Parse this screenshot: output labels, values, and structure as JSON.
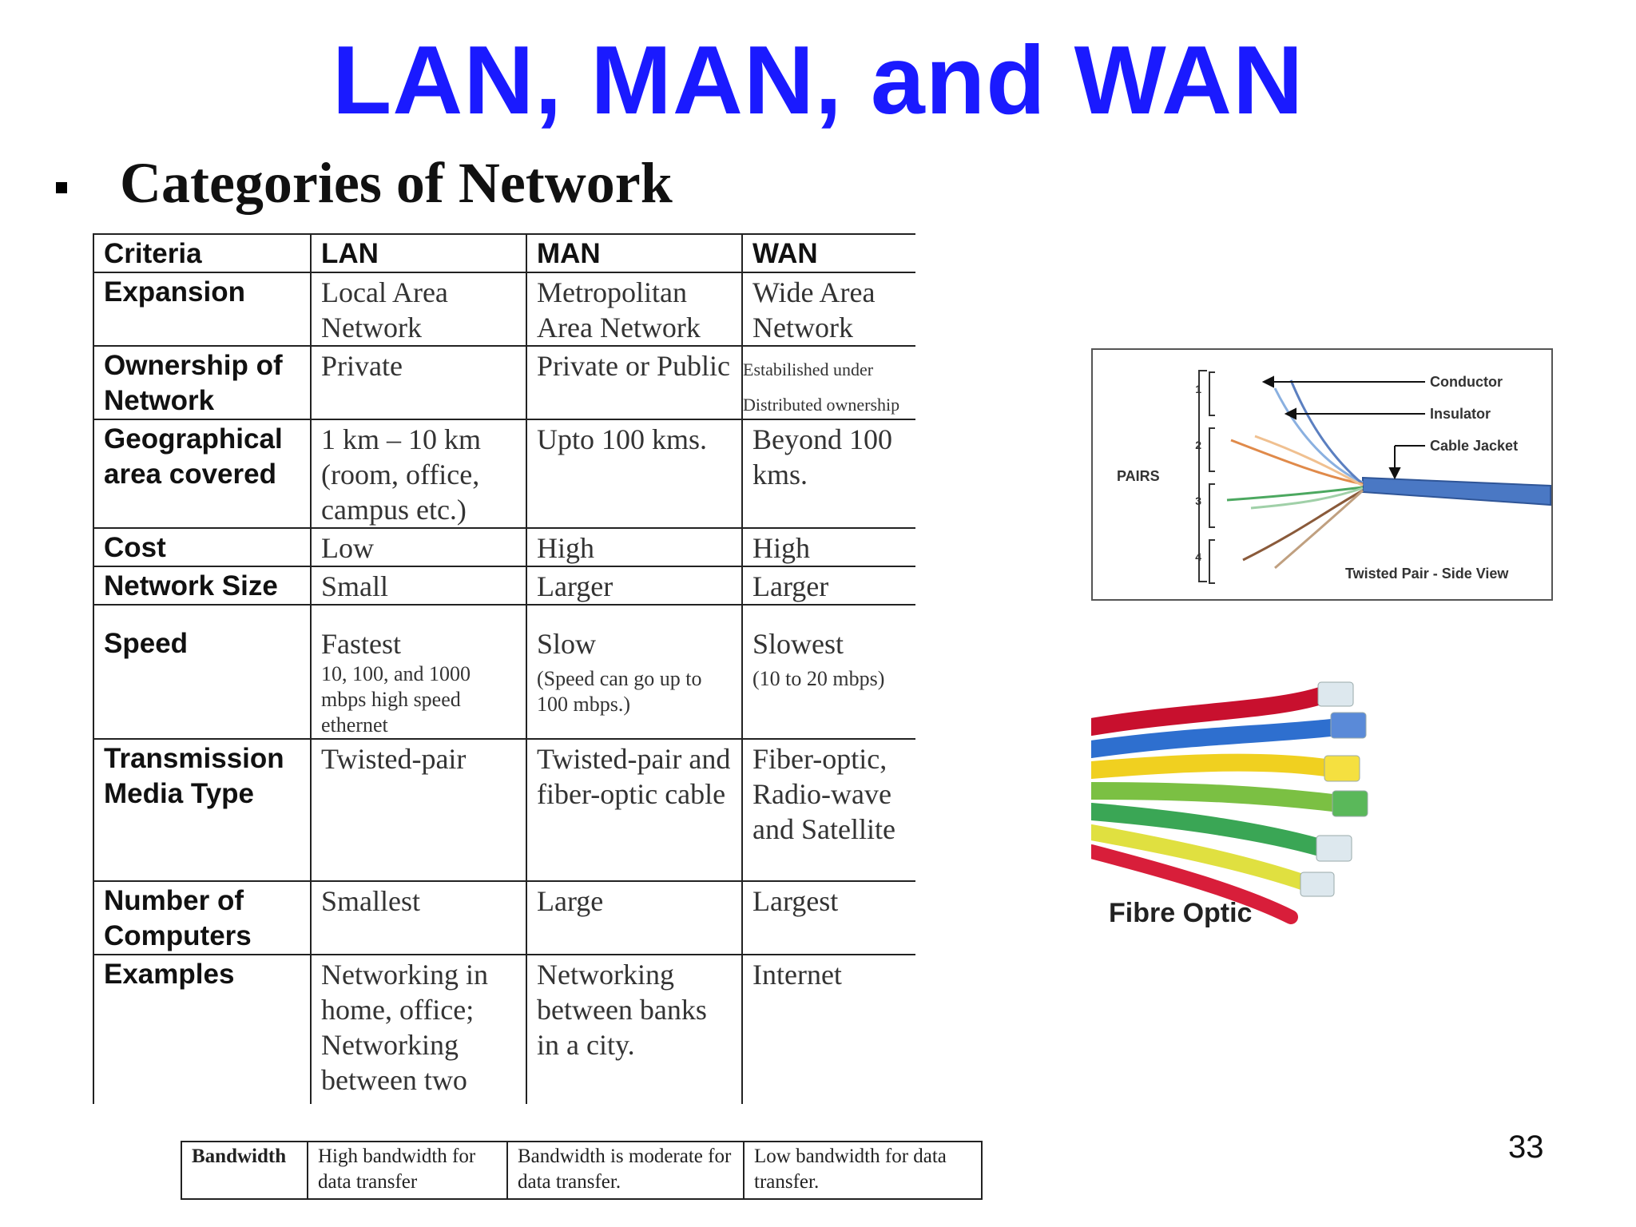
{
  "slide": {
    "title": "LAN, MAN, and WAN",
    "bullet": "Categories of Network",
    "page_number": "33"
  },
  "table": {
    "header": {
      "criteria": "Criteria",
      "lan": "LAN",
      "man": "MAN",
      "wan": "WAN"
    },
    "expansion": {
      "criteria": "Expansion",
      "lan": "Local Area Network",
      "man": "Metropolitan Area Network",
      "wan": "Wide Area Network"
    },
    "ownership": {
      "criteria": "Ownership of Network",
      "lan": "Private",
      "man": "Private or Public",
      "wan_line1": "Estabilished under",
      "wan_line2": "Distributed ownership"
    },
    "geography": {
      "criteria": "Geographical area covered",
      "lan": "1 km – 10 km (room, office, campus etc.)",
      "man": "Upto 100 kms.",
      "wan": "Beyond 100 kms."
    },
    "cost": {
      "criteria": "Cost",
      "lan": "Low",
      "man": "High",
      "wan": "High"
    },
    "size": {
      "criteria": "Network Size",
      "lan": "Small",
      "man": "Larger",
      "wan": "Larger"
    },
    "speed": {
      "criteria": "Speed",
      "lan": "Fastest",
      "lan_note": "10, 100, and 1000 mbps high speed ethernet",
      "man": "Slow",
      "man_note": "(Speed can go up to 100 mbps.)",
      "wan": "Slowest",
      "wan_note": "(10 to 20 mbps)"
    },
    "media": {
      "criteria": "Transmission Media Type",
      "lan": "Twisted-pair",
      "man": "Twisted-pair and fiber-optic cable",
      "wan": "Fiber-optic, Radio-wave and Satellite"
    },
    "computers": {
      "criteria": "Number of Computers",
      "lan": "Smallest",
      "man": "Large",
      "wan": "Largest"
    },
    "examples": {
      "criteria": "Examples",
      "lan": "Networking in home, office; Networking between two computers",
      "man": "Networking between banks in a city.",
      "wan": "Internet"
    }
  },
  "bandwidth": {
    "criteria": "Bandwidth",
    "lan": "High bandwidth for data transfer",
    "man": "Bandwidth is moderate for data transfer.",
    "wan": "Low bandwidth for data transfer."
  },
  "twisted_pair_figure": {
    "labels": {
      "conductor": "Conductor",
      "insulator": "Insulator",
      "jacket": "Cable Jacket",
      "pairs": "PAIRS",
      "caption": "Twisted Pair - Side View"
    },
    "pair_numbers": [
      "1",
      "2",
      "3",
      "4"
    ]
  },
  "fibre_figure": {
    "caption": "Fibre Optic"
  },
  "colors": {
    "title": "#1a1aff",
    "cable_blue": "#4a78c4"
  }
}
